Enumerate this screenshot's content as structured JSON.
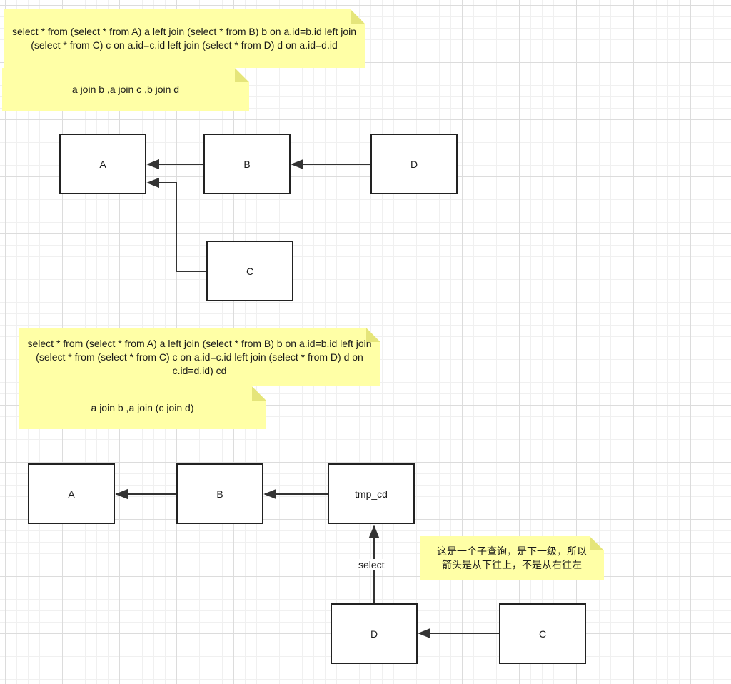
{
  "notes": {
    "sql1": "select * from (select * from A) a left join (select * from B) b on a.id=b.id left join (select * from C) c on a.id=c.id left join (select * from D) d on a.id=d.id",
    "order1": "a join b ,a join c ,b join d",
    "sql2": "select * from (select * from A) a left join (select * from B) b on a.id=b.id left join (select * from (select * from C) c on a.id=c.id left join (select * from D) d on c.id=d.id) cd",
    "order2": "a join b ,a join (c join d)",
    "comment": "这是一个子查询，是下一级，所以箭头是从下往上，不是从右往左"
  },
  "diagram1": {
    "nodes": {
      "a": "A",
      "b": "B",
      "c": "C",
      "d": "D"
    }
  },
  "diagram2": {
    "nodes": {
      "a": "A",
      "b": "B",
      "tmp": "tmp_cd",
      "d": "D",
      "c": "C"
    },
    "edge_label": "select"
  },
  "colors": {
    "note_fill": "#ffffa6",
    "node_border": "#222222",
    "edge": "#333333",
    "grid": "#dcdcdc"
  }
}
